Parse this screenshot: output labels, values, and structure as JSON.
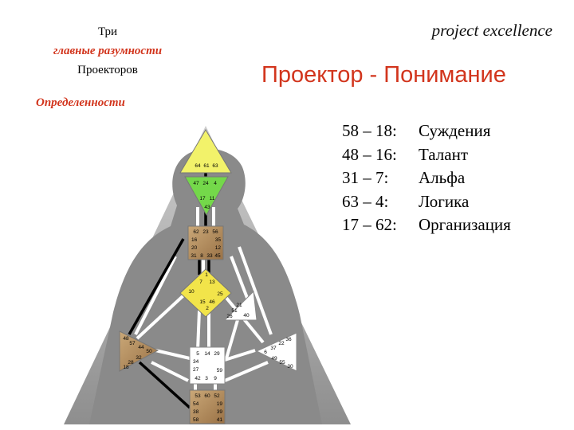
{
  "heading": {
    "line1": "Три",
    "line2": "главные разумности",
    "line3": "Проекторов",
    "line4": "Определенности"
  },
  "brand": "project excellence",
  "title": "Проектор - Понимание",
  "channels": [
    {
      "code": "58 – 18:",
      "name": "Суждения"
    },
    {
      "code": "48 – 16:",
      "name": "Талант"
    },
    {
      "code": "31 – 7:",
      "name": "Альфа"
    },
    {
      "code": "63 – 4:",
      "name": "Логика"
    },
    {
      "code": "17 – 62:",
      "name": "Организация"
    }
  ],
  "bodygraph": {
    "head": [
      "64",
      "61",
      "63"
    ],
    "ajna_top": [
      "47",
      "24",
      "4"
    ],
    "ajna_mid": [
      "17",
      "11"
    ],
    "ajna_bottom": "43",
    "throat_row1": [
      "62",
      "23",
      "56"
    ],
    "throat_row2": [
      "16",
      "35"
    ],
    "throat_row3": [
      "20",
      "12"
    ],
    "throat_row4": [
      "31",
      "8",
      "33",
      "45"
    ],
    "g_top": "1",
    "g_row2": [
      "7",
      "13"
    ],
    "g_row3": [
      "10",
      "25"
    ],
    "g_row4": [
      "15",
      "46"
    ],
    "g_bottom": "2",
    "ego": [
      "21",
      "51",
      "26",
      "40"
    ],
    "spleen": [
      "48",
      "57",
      "44",
      "50",
      "32",
      "28",
      "18"
    ],
    "sacral_row1": [
      "5",
      "14",
      "29"
    ],
    "sacral_left": [
      "34",
      "27"
    ],
    "sacral_right": "59",
    "sacral_bottom": [
      "42",
      "3",
      "9"
    ],
    "solar": [
      "36",
      "22",
      "37",
      "6",
      "49",
      "55",
      "30"
    ],
    "root_row1": [
      "53",
      "60",
      "52"
    ],
    "root_rows": [
      [
        "54",
        "19"
      ],
      [
        "38",
        "39"
      ],
      [
        "58",
        "41"
      ]
    ]
  },
  "colors": {
    "accent_red": "#d2351d",
    "head_yellow": "#f2f26a",
    "ajna_green": "#74d84a",
    "defined_brown": "#b0895a",
    "g_yellow": "#f2e44a",
    "open_white": "#ffffff",
    "silhouette": "#8a8a8a"
  }
}
